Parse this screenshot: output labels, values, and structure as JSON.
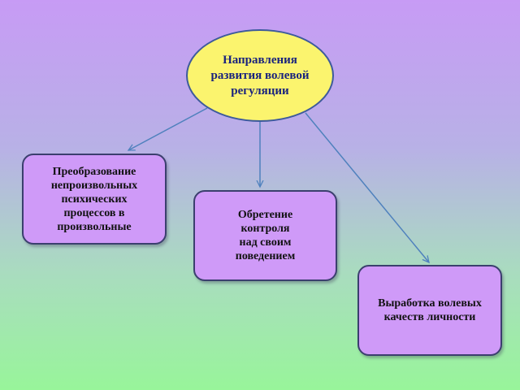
{
  "diagram": {
    "root": {
      "label": "Направления\nразвития волевой\nрегуляции"
    },
    "children": [
      {
        "id": "box1",
        "label": "Преобразование\nнепроизвольных\nпсихических\nпроцессов в\nпроизвольные"
      },
      {
        "id": "box2",
        "label": "Обретение\nконтроля\nнад своим\nповедением"
      },
      {
        "id": "box3",
        "label": "Выработка волевых\nкачеств личности"
      }
    ],
    "colors": {
      "root_fill": "#fbf46e",
      "box_fill": "#cf9af8",
      "connector": "#4f81bd"
    }
  }
}
